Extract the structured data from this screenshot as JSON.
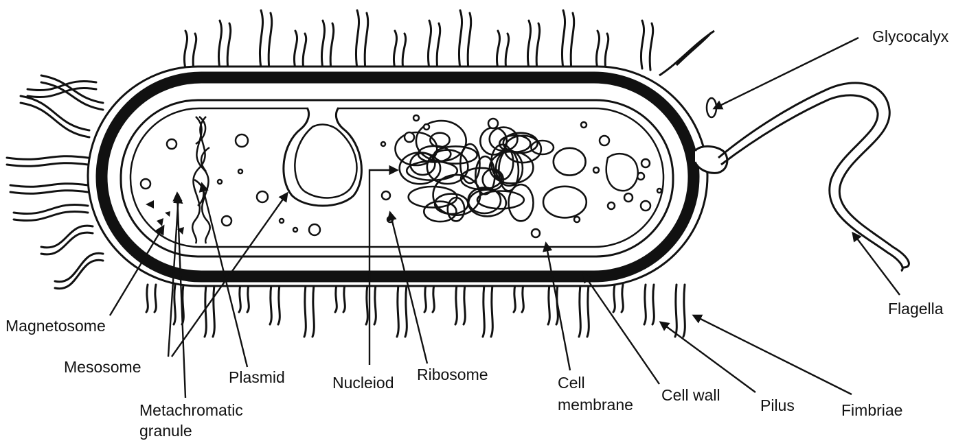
{
  "labels": {
    "glycocalyx": "Glycocalyx",
    "flagella": "Flagella",
    "magnetosome": "Magnetosome",
    "mesosome": "Mesosome",
    "plasmid": "Plasmid",
    "nucleiod": "Nucleiod",
    "ribosome": "Ribosome",
    "cell_membrane_1": "Cell",
    "cell_membrane_2": "membrane",
    "cell_wall": "Cell wall",
    "pilus": "Pilus",
    "fimbriae": "Fimbriae",
    "metachromatic_1": "Metachromatic",
    "metachromatic_2": "granule"
  },
  "colors": {
    "ink": "#111111",
    "background": "#ffffff"
  }
}
